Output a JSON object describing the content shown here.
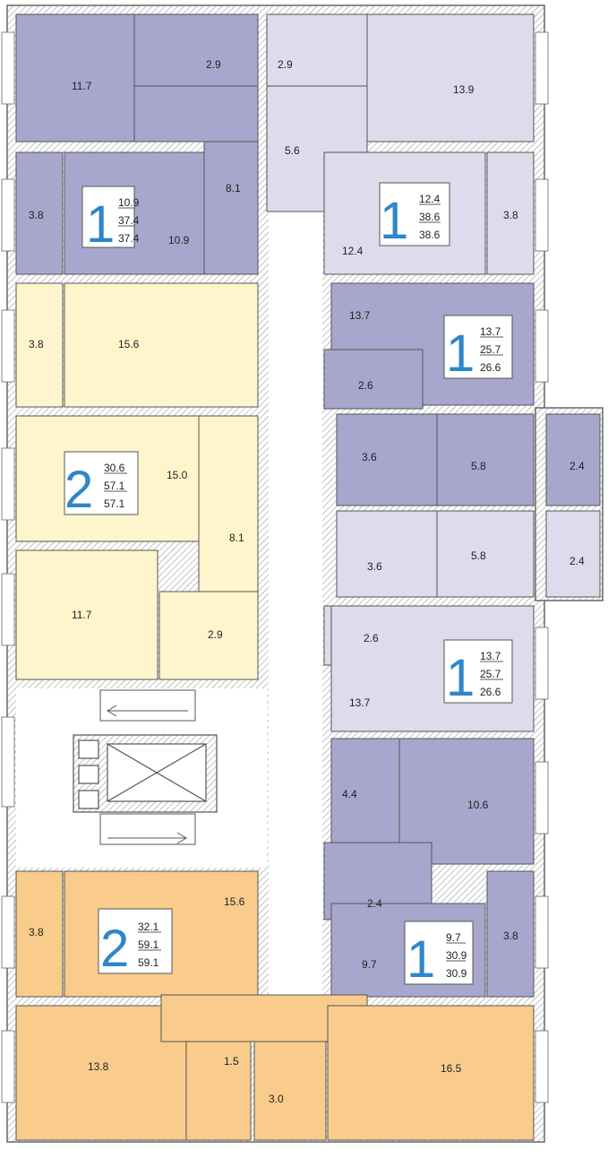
{
  "colors": {
    "wall": "#666666",
    "wall_hatch": "#9a9a9a",
    "corridor": "#ffffff",
    "apt_violet": "#a7a6cc",
    "apt_lavender": "#dddbec",
    "apt_yellow": "#fff5cc",
    "apt_orange": "#f9cc8c",
    "accent_blue": "#2f86c8"
  },
  "apartments": [
    {
      "rooms": "1",
      "living": "10.9",
      "total": "37.4",
      "total2": "37.4"
    },
    {
      "rooms": "1",
      "living": "12.4",
      "total": "38.6",
      "total2": "38.6"
    },
    {
      "rooms": "1",
      "living": "13.7",
      "total": "25.7",
      "total2": "26.6"
    },
    {
      "rooms": "2",
      "living": "30.6",
      "total": "57.1",
      "total2": "57.1"
    },
    {
      "rooms": "1",
      "living": "13.7",
      "total": "25.7",
      "total2": "26.6"
    },
    {
      "rooms": "2",
      "living": "32.1",
      "total": "59.1",
      "total2": "59.1"
    },
    {
      "rooms": "1",
      "living": "9.7",
      "total": "30.9",
      "total2": "30.9"
    }
  ],
  "room_areas": [
    "11.7",
    "2.9",
    "2.9",
    "13.9",
    "8.1",
    "5.6",
    "3.8",
    "10.9",
    "12.4",
    "3.8",
    "3.8",
    "15.6",
    "13.7",
    "2.6",
    "3.6",
    "5.8",
    "2.4",
    "15.0",
    "8.1",
    "3.6",
    "5.8",
    "2.4",
    "11.7",
    "2.9",
    "2.6",
    "13.7",
    "4.4",
    "10.6",
    "2.4",
    "15.6",
    "3.8",
    "3.8",
    "9.7",
    "13.8",
    "1.5",
    "3.0",
    "16.5"
  ]
}
